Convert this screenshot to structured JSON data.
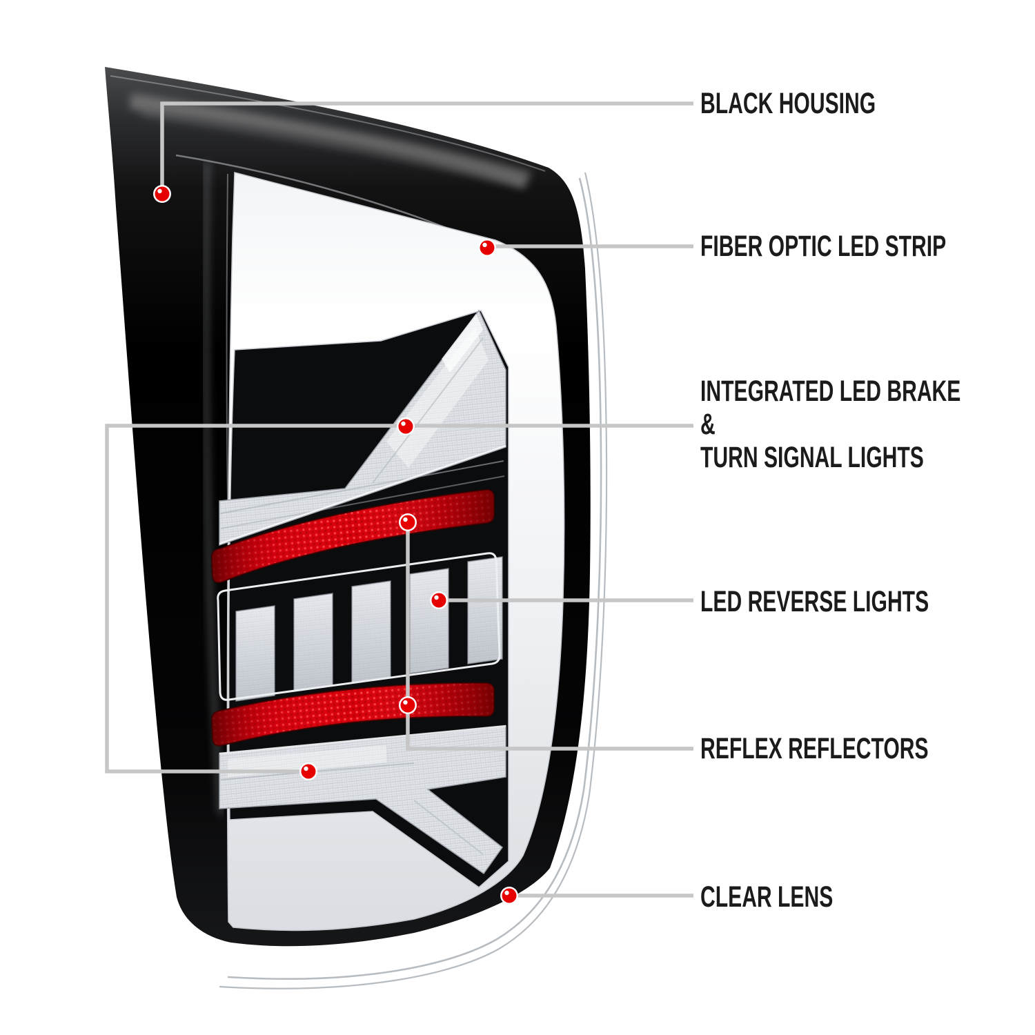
{
  "diagram": {
    "type": "annotated-product-diagram",
    "subject": "LED tail light assembly",
    "callouts": [
      {
        "id": "black-housing",
        "label": "BLACK HOUSING"
      },
      {
        "id": "fiber-optic-led-strip",
        "label": "FIBER OPTIC LED STRIP"
      },
      {
        "id": "integrated-led-brake-turn-signal",
        "lines": [
          "INTEGRATED LED BRAKE",
          "&",
          "TURN SIGNAL LIGHTS"
        ]
      },
      {
        "id": "led-reverse-lights",
        "label": "LED REVERSE LIGHTS"
      },
      {
        "id": "reflex-reflectors",
        "label": "REFLEX REFLECTORS"
      },
      {
        "id": "clear-lens",
        "label": "CLEAR LENS"
      }
    ],
    "markers": [
      "black-housing",
      "fiber-optic-led-strip",
      "integrated-led-brake-turn-signal",
      "reflex-reflectors",
      "led-reverse-lights",
      "reflex-reflectors",
      "integrated-led-brake-turn-signal",
      "clear-lens"
    ],
    "style": {
      "background": "#ffffff",
      "marker_red": "#e60000",
      "marker_ring": "#ffffff",
      "leader_gray": "#c6c6c6",
      "text_color": "#1b1b1b",
      "housing_black": "#0a0a0b",
      "reflector_red": "#d6000d",
      "lens_gray": "#b7bcc1"
    }
  }
}
